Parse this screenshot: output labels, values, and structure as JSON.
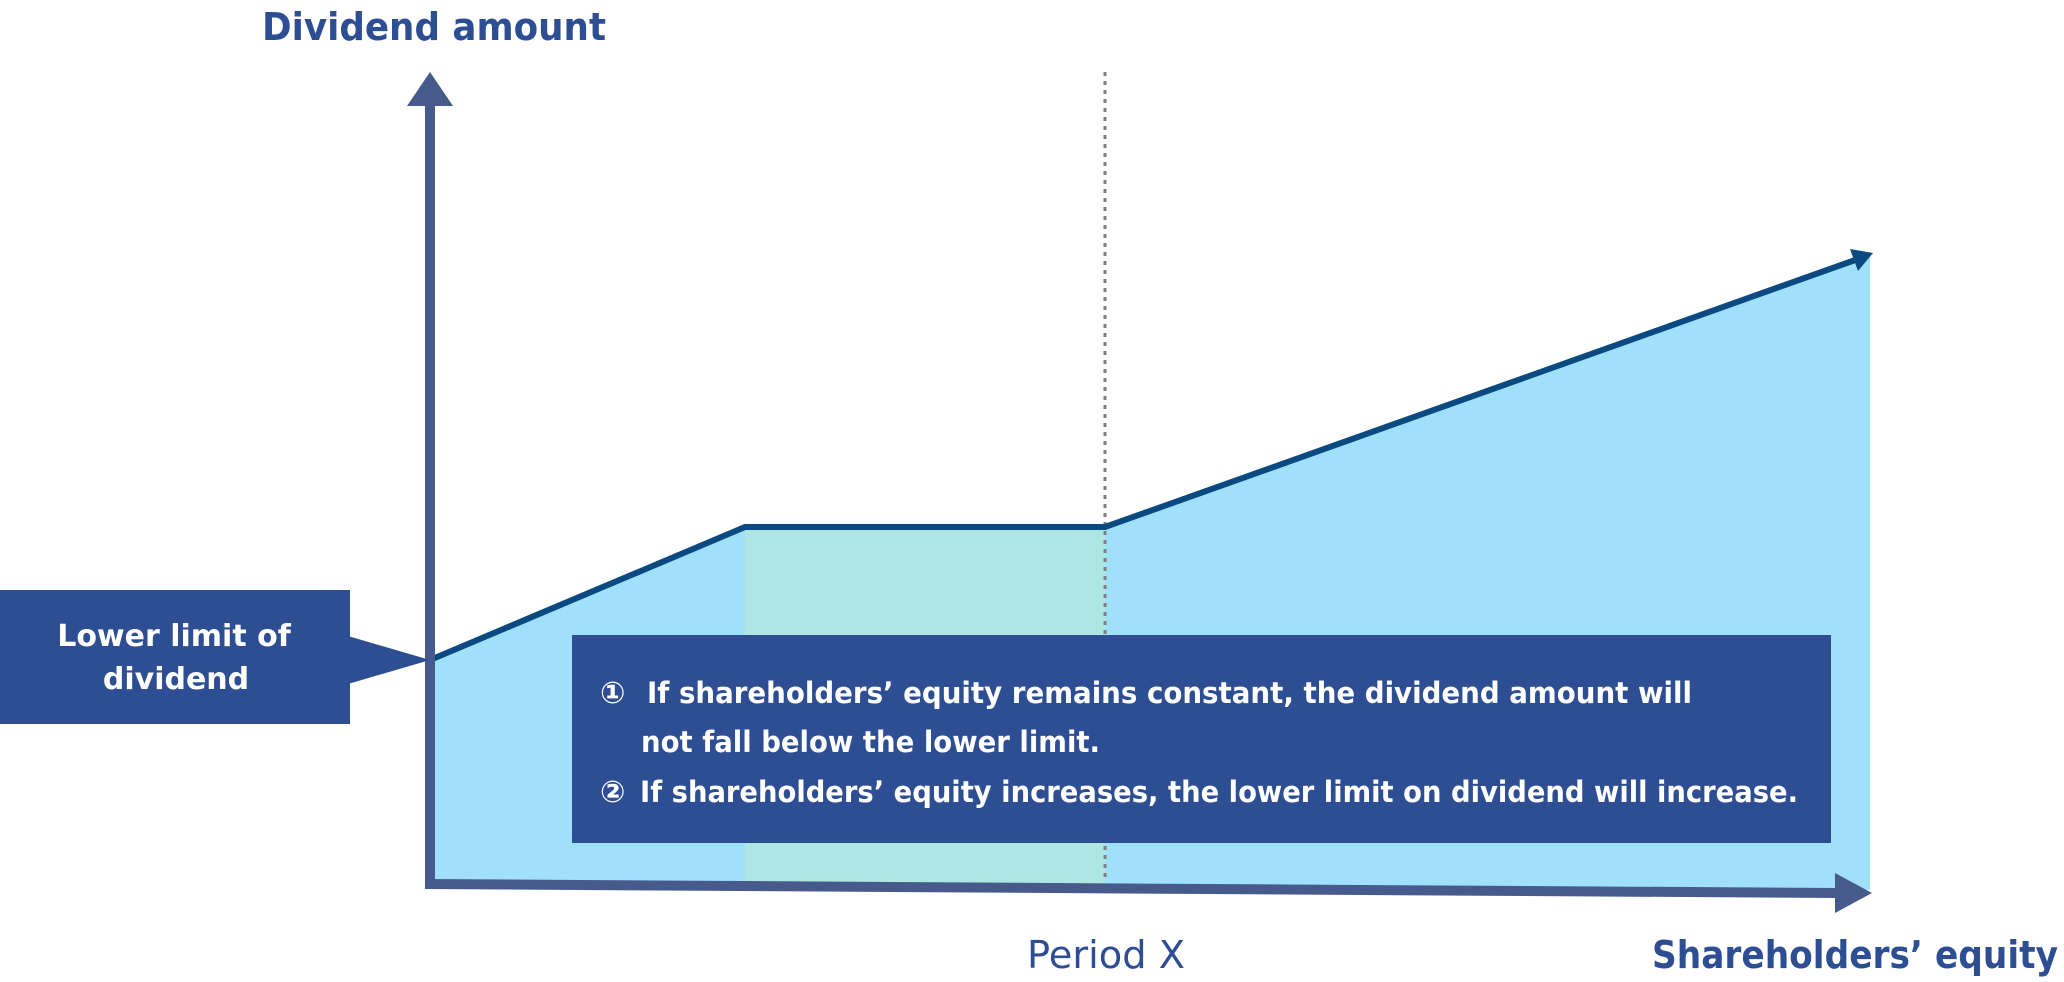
{
  "labels": {
    "y_axis": "Dividend amount",
    "x_axis": "Shareholders’ equity",
    "period_marker": "Period X",
    "lower_limit_line1": "Lower limit of",
    "lower_limit_line2": "dividend"
  },
  "explanation": {
    "point1_marker": "①",
    "point1_line1": "If shareholders’ equity remains constant, the dividend amount will",
    "point1_line2": "not fall below the lower limit.",
    "point2_marker": "②",
    "point2_line1": "If shareholders’ equity increases, the lower limit on dividend will increase."
  },
  "colors": {
    "axis": "#465a8c",
    "dividend_line": "#0a4a80",
    "area_fill": "#a0e0fa",
    "period_band_fill": "#aee6e4",
    "box_fill": "#2e4e94",
    "label_text": "#2e4e94",
    "period_text": "#2e4e94",
    "box_text": "#ffffff",
    "dotted_line": "#808080"
  }
}
